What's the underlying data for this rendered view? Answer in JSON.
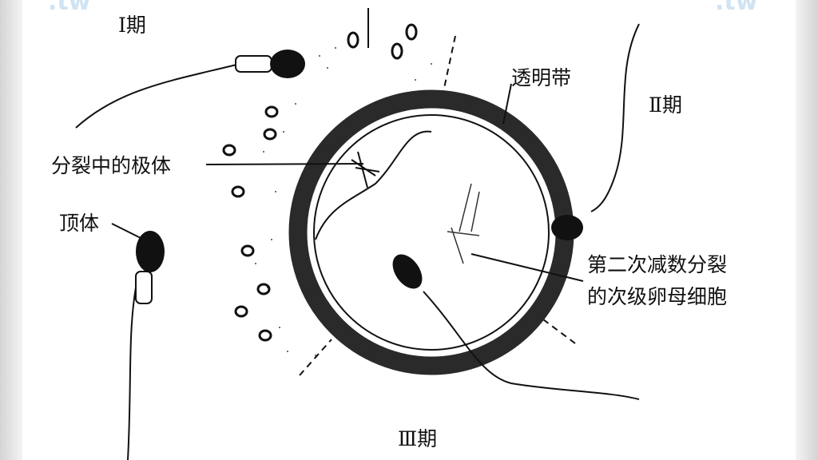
{
  "labels": {
    "stage1": "Ⅰ期",
    "stage2": "Ⅱ期",
    "stage3": "Ⅲ期",
    "zona_pellucida": "透明带",
    "dividing_polar_body": "分裂中的极体",
    "acrosome": "顶体",
    "secondary_oocyte_line1": "第二次减数分裂",
    "secondary_oocyte_line2": "的次级卵母细胞"
  },
  "watermark": ".tw"
}
